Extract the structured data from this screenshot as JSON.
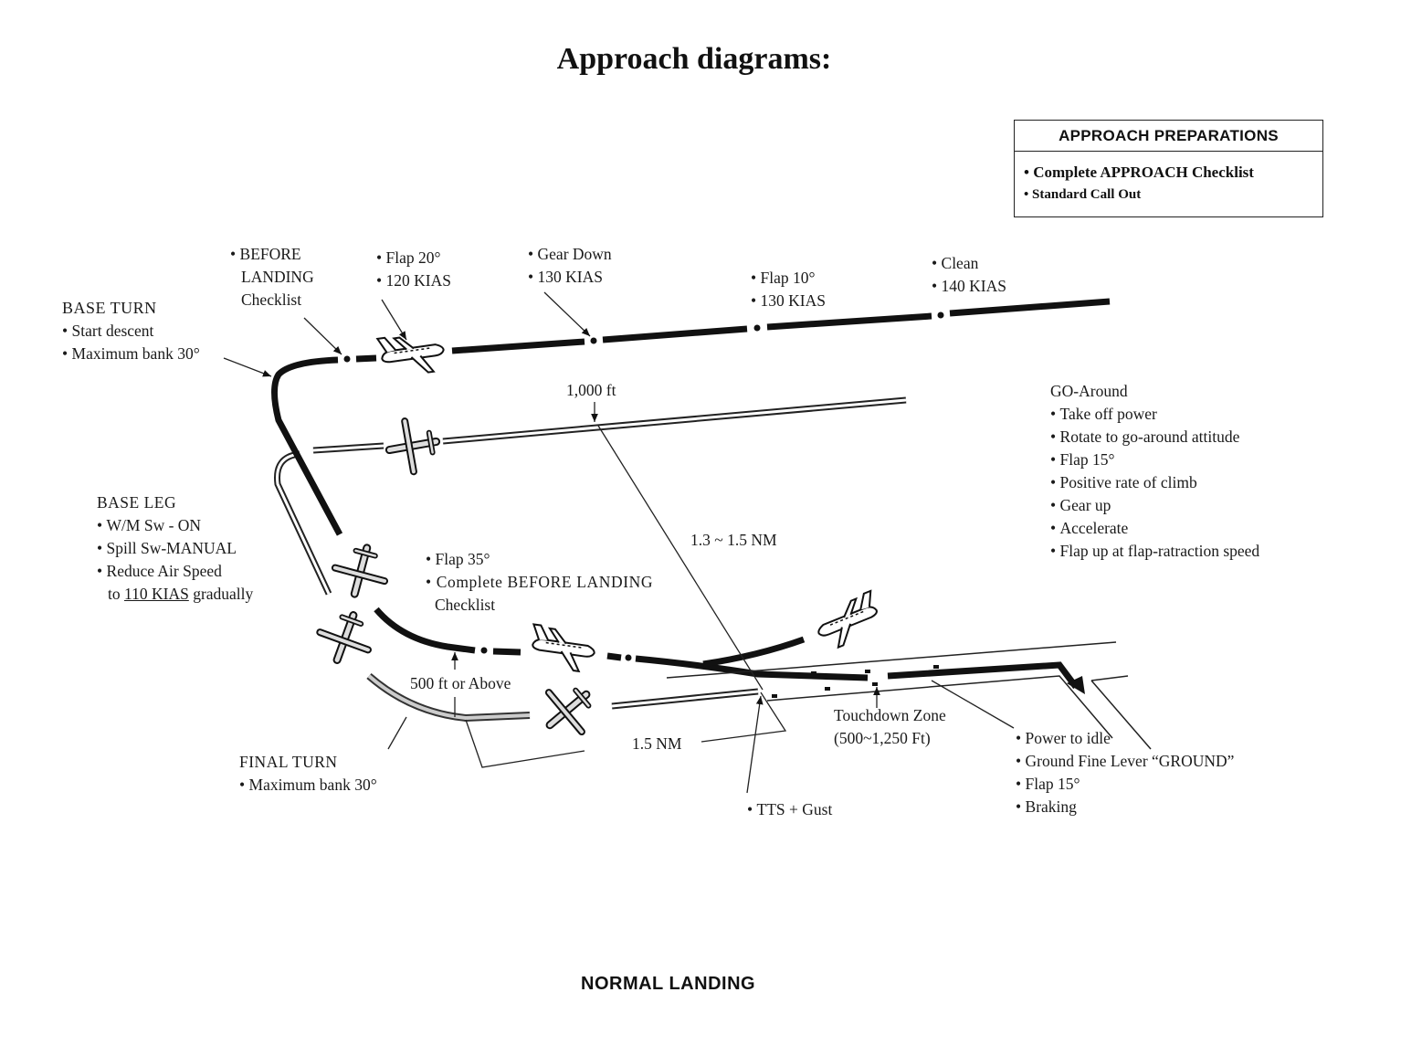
{
  "page_title": "Approach diagrams:",
  "approach_preparations": {
    "heading": "APPROACH PREPARATIONS",
    "items": [
      "Complete APPROACH Checklist",
      "Standard Call Out"
    ]
  },
  "base_turn": {
    "heading": "BASE TURN",
    "items": [
      "Start descent",
      "Maximum bank 30°"
    ]
  },
  "before_landing": {
    "lines": [
      "BEFORE",
      "LANDING",
      "Checklist"
    ]
  },
  "flap20": {
    "items": [
      "Flap 20°",
      "120 KIAS"
    ]
  },
  "gear_down": {
    "items": [
      "Gear Down",
      "130 KIAS"
    ]
  },
  "flap10": {
    "items": [
      "Flap 10°",
      "130 KIAS"
    ]
  },
  "clean": {
    "items": [
      "Clean",
      "140 KIAS"
    ]
  },
  "altitude_1000": "1,000 ft",
  "distance_13_15": "1.3 ~ 1.5 NM",
  "go_around": {
    "heading": "GO-Around",
    "items": [
      "Take off power",
      "Rotate to go-around attitude",
      "Flap 15°",
      "Positive rate of climb",
      "Gear up",
      "Accelerate",
      "Flap up at flap-ratraction speed"
    ]
  },
  "base_leg": {
    "heading": "BASE LEG",
    "items": [
      "W/M Sw - ON",
      "Spill Sw-MANUAL",
      "Reduce Air Speed"
    ],
    "last_line_prefix": "to ",
    "last_line_underlined": "110 KIAS",
    "last_line_suffix": " gradually"
  },
  "flap35": {
    "items": [
      "Flap 35°",
      "Complete BEFORE LANDING"
    ],
    "continuation": "Checklist"
  },
  "altitude_500": "500 ft or Above",
  "distance_15": "1.5 NM",
  "final_turn": {
    "heading": "FINAL TURN",
    "items": [
      "Maximum bank 30°"
    ]
  },
  "tts_gust": "TTS + Gust",
  "touchdown_zone": {
    "lines": [
      "Touchdown Zone",
      "(500~1,250 Ft)"
    ]
  },
  "landing_actions": {
    "items": [
      "Power to idle",
      "Ground Fine Lever “GROUND”",
      "Flap 15°",
      "Braking"
    ]
  },
  "caption": "NORMAL LANDING"
}
